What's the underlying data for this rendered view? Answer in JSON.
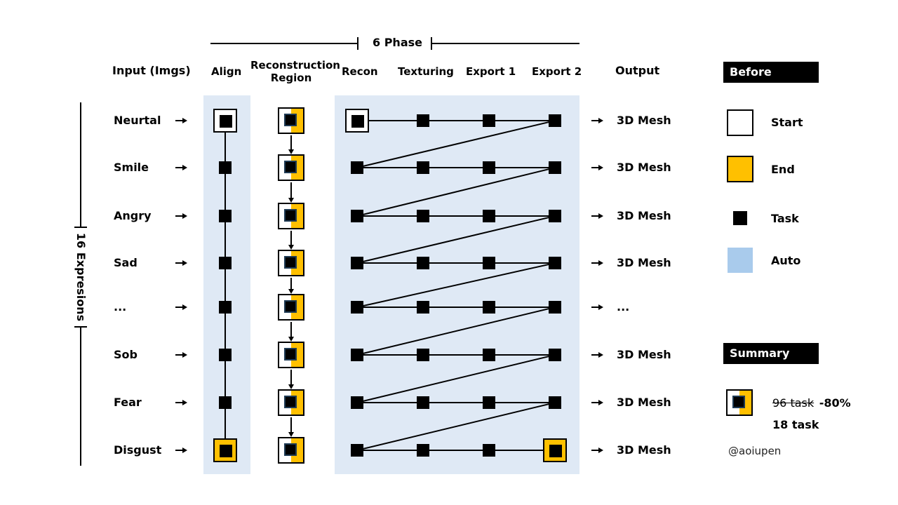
{
  "phase_label": "6 Phase",
  "side_label": "16 Expresions",
  "columns": {
    "input": "Input (Imgs)",
    "align": "Align",
    "reconstruction_region": "Reconstruction\nRegion",
    "recon": "Recon",
    "texturing": "Texturing",
    "export1": "Export 1",
    "export2": "Export 2",
    "output": "Output"
  },
  "rows": [
    {
      "input": "Neurtal",
      "output": "3D Mesh"
    },
    {
      "input": "Smile",
      "output": "3D Mesh"
    },
    {
      "input": "Angry",
      "output": "3D Mesh"
    },
    {
      "input": "Sad",
      "output": "3D Mesh"
    },
    {
      "input": "...",
      "output": "..."
    },
    {
      "input": "Sob",
      "output": "3D Mesh"
    },
    {
      "input": "Fear",
      "output": "3D Mesh"
    },
    {
      "input": "Disgust",
      "output": "3D Mesh"
    }
  ],
  "legend": {
    "title": "Before",
    "items": {
      "start": "Start",
      "end": "End",
      "task": "Task",
      "auto": "Auto"
    }
  },
  "summary": {
    "title": "Summary",
    "before": "96 task",
    "change": "-80%",
    "after": "18 task"
  },
  "credit": "@aoiupen",
  "colors": {
    "end": "#ffc000",
    "auto_bg": "#dfe9f5",
    "legend_auto": "#a9cbec"
  }
}
